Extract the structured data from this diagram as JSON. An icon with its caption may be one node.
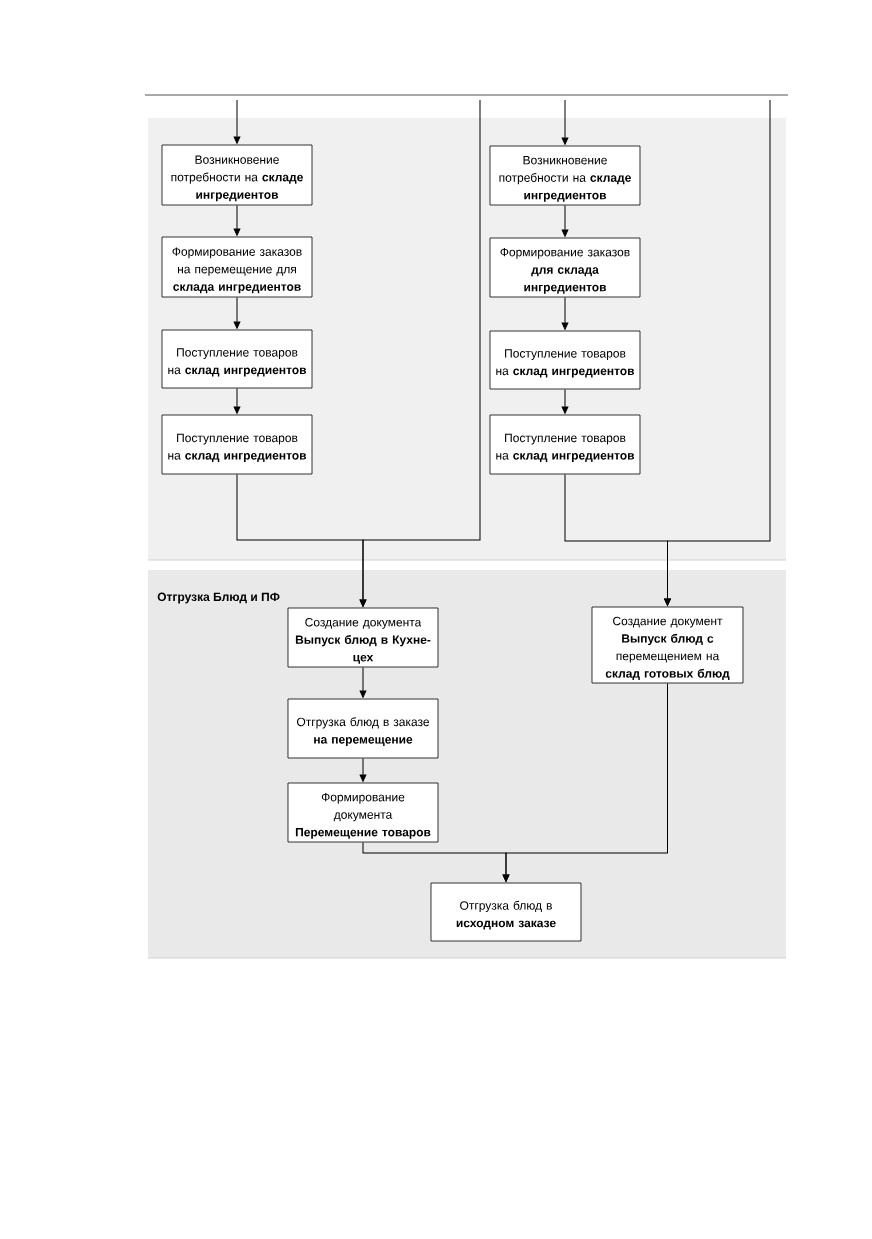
{
  "diagram": {
    "nodes": [
      {
        "text": [],
        "shape": "box"
      },
      {
        "text": [
          "Возникновение потребности на **складе ингредиентов**"
        ],
        "in": 0
      },
      {
        "text": [
          "Формирование заказов на перемещение для **склада ингредиентов**"
        ],
        "in": 0
      },
      {
        "text": [
          "Поступление товаров на **склад ингредиентов**"
        ],
        "in": 0
      },
      {
        "text": [
          "Поступление товаров на **склад ингредиентов**"
        ],
        "in": 0
      },
      {
        "text": [
          "Возникновение потребности на **складе ингредиентов**"
        ],
        "in": 0
      },
      {
        "text": [
          "Формирование заказов **для склада ингредиентов**"
        ],
        "in": 0
      },
      {
        "text": [
          "Поступление товаров на **склад ингредиентов**"
        ],
        "in": 0
      },
      {
        "text": [
          "Поступление товаров на **склад ингредиентов**"
        ],
        "in": 0
      },
      {
        "text": [
          "Отгрузка Блюд и ПФ"
        ]
      },
      {
        "text": [
          "Создание документа **Выпуск блюд в Кухне-цех**"
        ],
        "in": 9
      },
      {
        "text": [
          "Отгрузка блюд в заказе **на перемещение**"
        ],
        "in": 9
      },
      {
        "text": [
          "Формирование документа **Перемещение товаров**"
        ],
        "in": 9
      },
      {
        "text": [
          "Создание документ **Выпуск блюд с** перемещением на **склад готовых блюд**"
        ],
        "in": 9
      },
      {
        "text": [
          "Отгрузка блюд в **исходном заказе**"
        ],
        "in": 9
      }
    ],
    "edges": [
      {
        "from": null,
        "to": 1,
        "arrow": "to"
      },
      {
        "from": 1,
        "to": 2,
        "arrow": "to"
      },
      {
        "from": 2,
        "to": 3,
        "arrow": "to"
      },
      {
        "from": 3,
        "to": 4,
        "arrow": "to"
      },
      {
        "from": null,
        "to": 5,
        "arrow": "to"
      },
      {
        "from": 5,
        "to": 6,
        "arrow": "to"
      },
      {
        "from": 6,
        "to": 7,
        "arrow": "to"
      },
      {
        "from": 7,
        "to": 8,
        "arrow": "to"
      },
      {
        "from": 4,
        "to": 10,
        "arrow": "to"
      },
      {
        "from": null,
        "to": 10,
        "arrow": "to"
      },
      {
        "from": 8,
        "to": 13,
        "arrow": "to"
      },
      {
        "from": null,
        "to": 13,
        "arrow": "to"
      },
      {
        "from": 10,
        "to": 11,
        "arrow": "to"
      },
      {
        "from": 11,
        "to": 12,
        "arrow": "to"
      },
      {
        "from": 12,
        "to": 14,
        "arrow": "to"
      },
      {
        "from": 13,
        "to": 14,
        "arrow": "to"
      }
    ]
  }
}
